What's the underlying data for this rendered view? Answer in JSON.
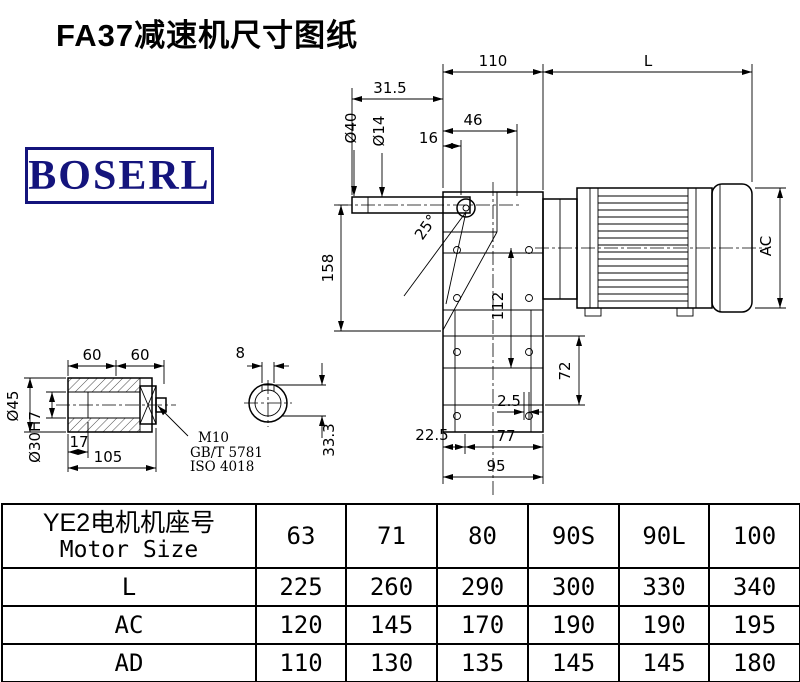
{
  "page": {
    "title": "FA37减速机尺寸图纸",
    "logo_text": "BOSERL"
  },
  "dims": {
    "top_width": "110",
    "motor_length": "L",
    "d31_5": "31.5",
    "d46": "46",
    "d16": "16",
    "dia40": "Ø40",
    "dia14": "Ø14",
    "angle25": "25°",
    "d158": "158",
    "d112": "112",
    "ac": "AC",
    "d72": "72",
    "d2_5": "2.5",
    "d22_5": "22.5",
    "d77": "77",
    "d95": "95"
  },
  "shaft_detail": {
    "d60_left": "60",
    "d60_right": "60",
    "d8": "8",
    "dia45": "Ø45",
    "dia30h7": "Ø30H7",
    "d17": "17",
    "d105": "105",
    "bolt": "M10",
    "std_gb": "GB/T 5781",
    "std_iso": "ISO 4018",
    "d33_3": "33.3"
  },
  "table": {
    "header_line1": "YE2电机机座号",
    "header_line2": "Motor Size",
    "sizes": [
      "63",
      "71",
      "80",
      "90S",
      "90L",
      "100"
    ],
    "rows": [
      {
        "label": "L",
        "values": [
          "225",
          "260",
          "290",
          "300",
          "330",
          "340"
        ]
      },
      {
        "label": "AC",
        "values": [
          "120",
          "145",
          "170",
          "190",
          "190",
          "195"
        ]
      },
      {
        "label": "AD",
        "values": [
          "110",
          "130",
          "135",
          "145",
          "145",
          "180"
        ]
      }
    ]
  },
  "colors": {
    "logo_blue": "#14147c",
    "line": "#000000"
  }
}
